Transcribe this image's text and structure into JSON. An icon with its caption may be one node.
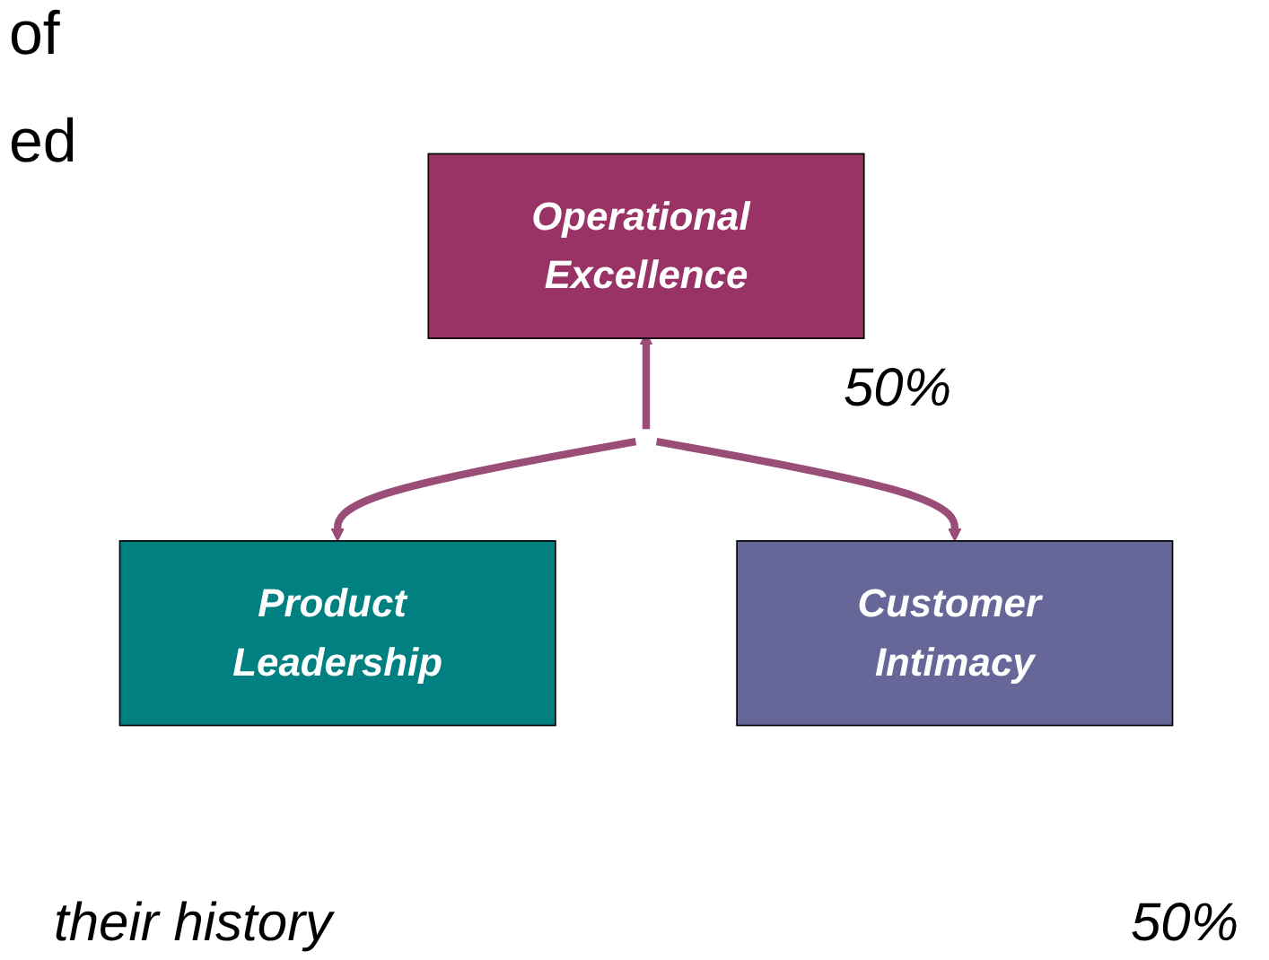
{
  "diagram": {
    "nodes": [
      {
        "text": [
          "Operational Excellence"
        ]
      },
      {
        "text": [
          "Product Leadership"
        ]
      },
      {
        "text": [
          "Customer Intimacy"
        ]
      }
    ],
    "edges": [
      {
        "from": null,
        "to": 0,
        "arrow": "to"
      },
      {
        "from": null,
        "to": 1,
        "arrow": "to"
      },
      {
        "from": null,
        "to": 2,
        "arrow": "to"
      }
    ],
    "labels": [
      "of",
      "ed",
      "50%",
      "their history",
      "50%"
    ]
  }
}
